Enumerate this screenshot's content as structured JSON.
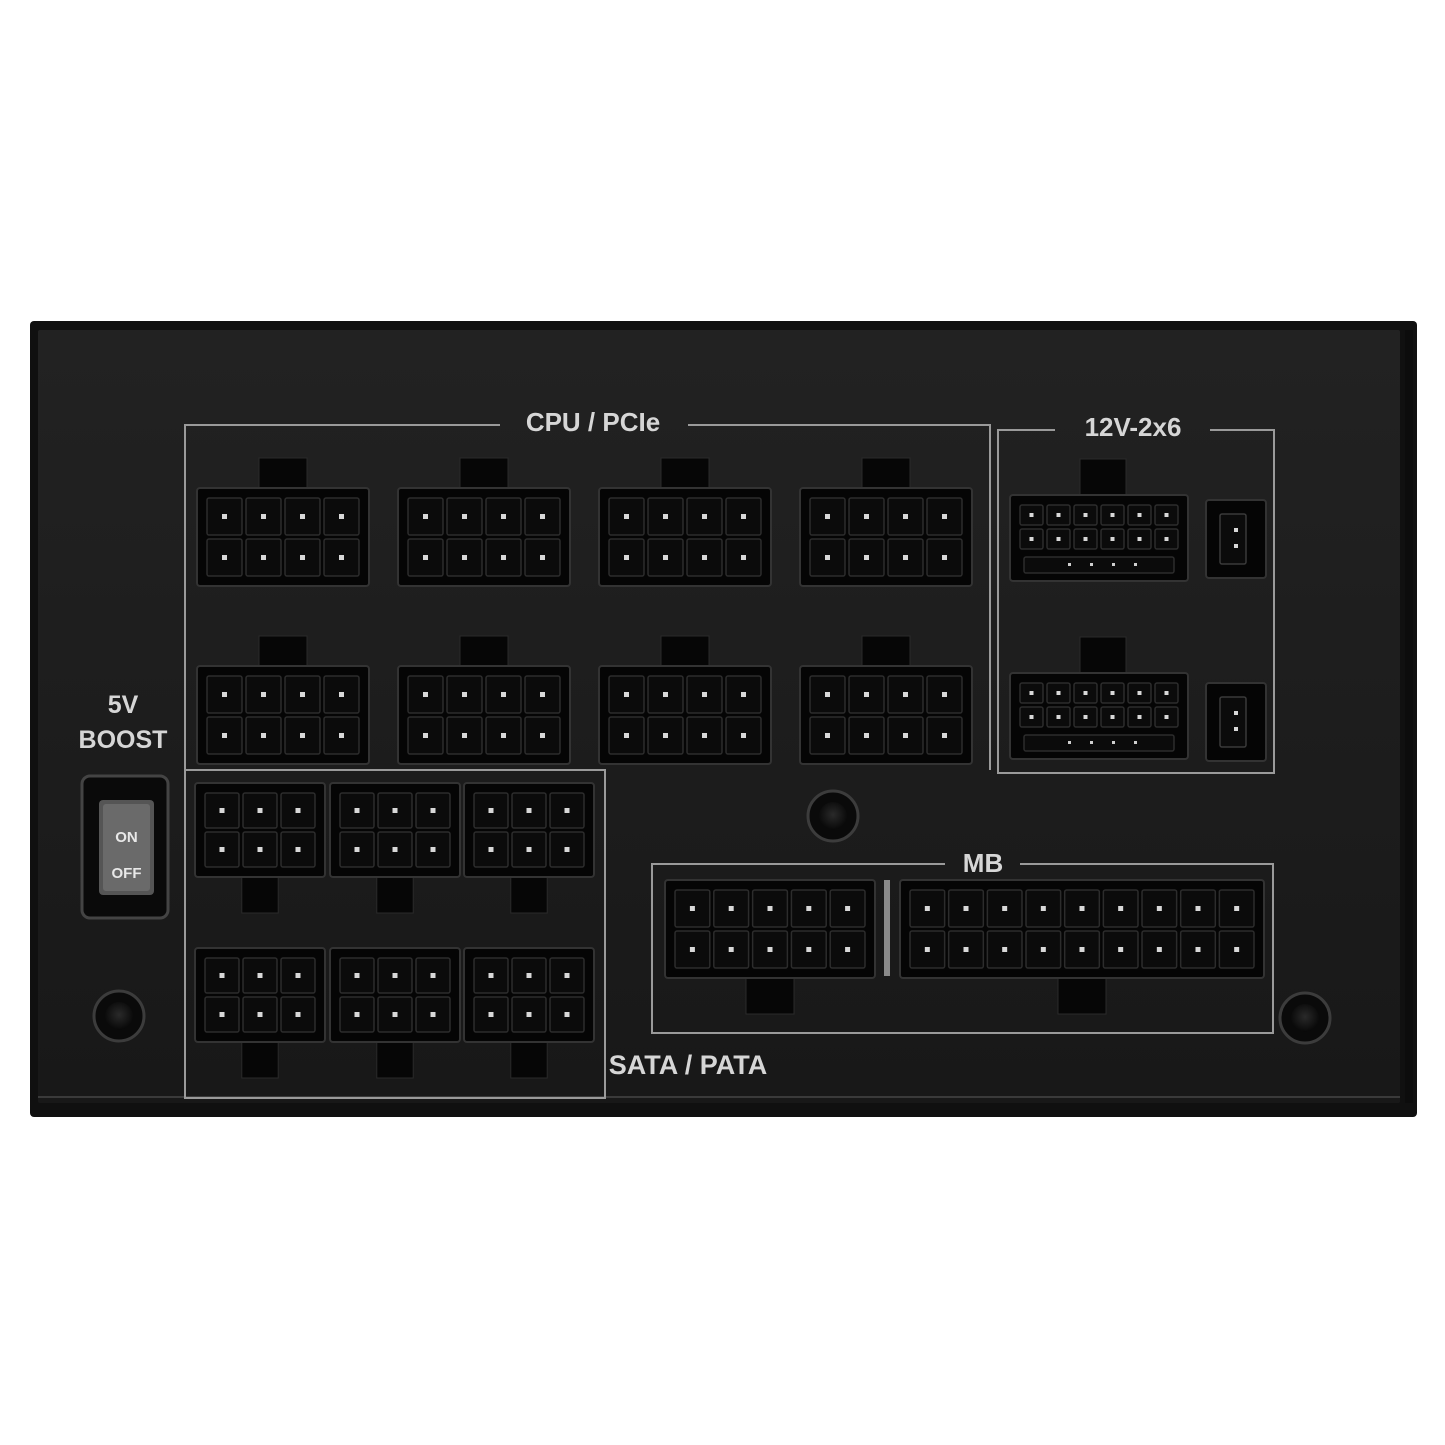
{
  "labels": {
    "cpu_pcie": "CPU / PCIe",
    "v12_2x6": "12V-2x6",
    "boost_line1": "5V",
    "boost_line2": "BOOST",
    "mb": "MB",
    "sata_pata": "SATA / PATA"
  },
  "switch": {
    "on_label": "ON",
    "off_label": "OFF"
  },
  "colors": {
    "panel": "#1c1c1c",
    "silkscreen": "#9a9a9a",
    "label_text": "#d6d6d6",
    "connector": "#050505"
  },
  "icons": [
    "rocker-switch-icon",
    "screw-icon"
  ]
}
